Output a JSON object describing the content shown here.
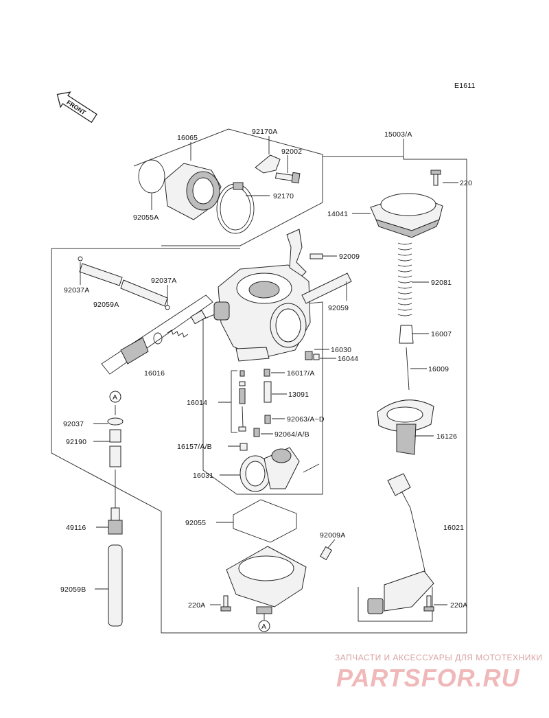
{
  "diagram_code": "E1611",
  "front_label": "FRONT",
  "labels": {
    "l16065": "16065",
    "l92170A": "92170A",
    "l92002": "92002",
    "l92170": "92170",
    "l92055A": "92055A",
    "l15003A": "15003/A",
    "l220_top": "220",
    "l14041": "14041",
    "l92009": "92009",
    "l92081": "92081",
    "l92037A_left": "92037A",
    "l92037A_right": "92037A",
    "l92059A": "92059A",
    "l92059": "92059",
    "l16007": "16007",
    "l16030": "16030",
    "l16044": "16044",
    "l16009": "16009",
    "l16016": "16016",
    "l16017A": "16017/A",
    "l16014": "16014",
    "l13091": "13091",
    "l92037": "92037",
    "l92063": "92063/A~D",
    "l92190": "92190",
    "l92064": "92064/A/B",
    "l16126": "16126",
    "l16157": "16157/A/B",
    "l16031": "16031",
    "l49116": "49116",
    "l92055": "92055",
    "l16021": "16021",
    "l92009A": "92009A",
    "l92059B": "92059B",
    "l220A_left": "220A",
    "l220A_right": "220A",
    "ref_a_top": "A",
    "ref_a_bottom": "A"
  },
  "watermark": {
    "caption": "ЗАПЧАСТИ И АКСЕССУАРЫ ДЛЯ МОТОТЕХНИКИ",
    "brand": "PARTSFOR.RU"
  }
}
